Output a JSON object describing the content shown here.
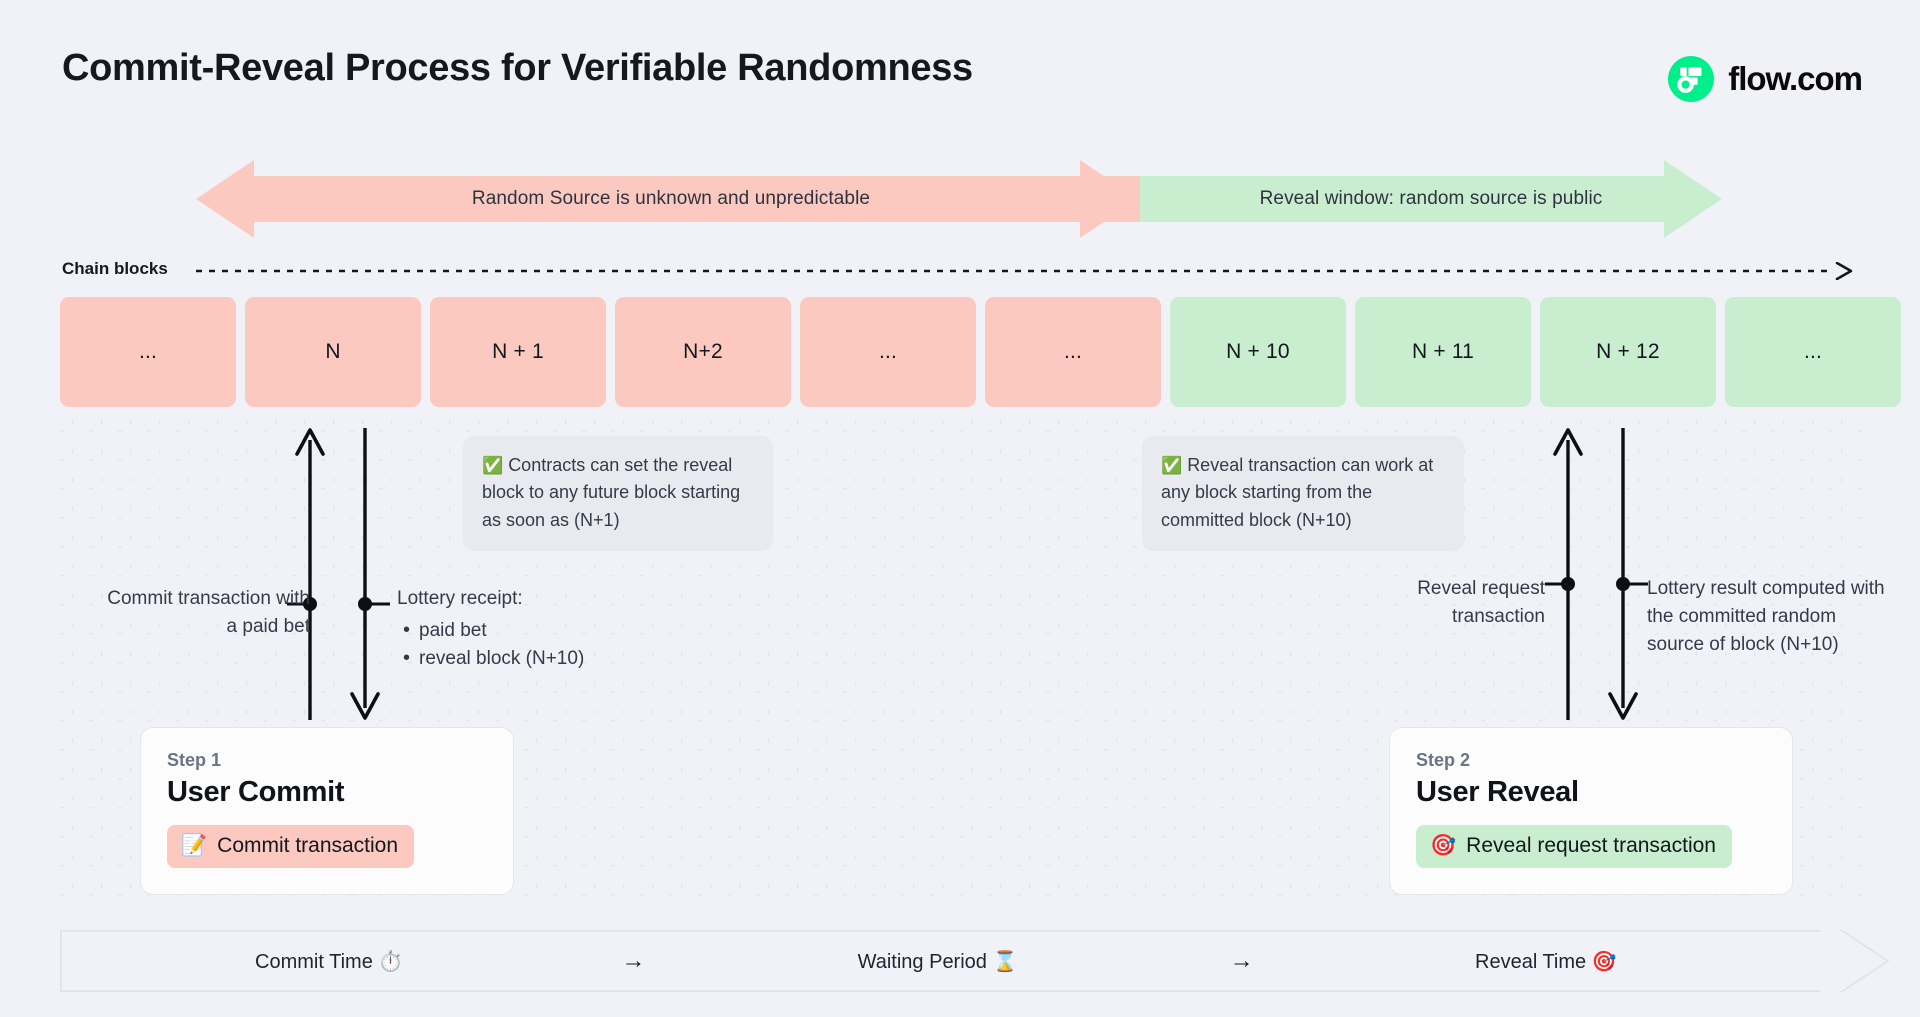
{
  "header": {
    "title": "Commit-Reveal Process for Verifiable Randomness",
    "brand_name": "flow.com",
    "brand_color": "#00ef8b"
  },
  "phases": [
    {
      "id": "unknown",
      "label": "Random Source is unknown and unpredictable",
      "color": "#fcc9c0"
    },
    {
      "id": "reveal",
      "label": "Reveal window: random source is public",
      "color": "#c9eecf"
    }
  ],
  "chain": {
    "label": "Chain blocks",
    "blocks": [
      {
        "label": "...",
        "state": "pink"
      },
      {
        "label": "N",
        "state": "pink"
      },
      {
        "label": "N + 1",
        "state": "pink"
      },
      {
        "label": "N+2",
        "state": "pink"
      },
      {
        "label": "...",
        "state": "pink"
      },
      {
        "label": "...",
        "state": "pink"
      },
      {
        "label": "N + 10",
        "state": "green"
      },
      {
        "label": "N + 11",
        "state": "green"
      },
      {
        "label": "N + 12",
        "state": "green"
      },
      {
        "label": "...",
        "state": "green"
      }
    ]
  },
  "notes": [
    {
      "id": "contracts-note",
      "icon": "✅",
      "text": "Contracts can set the reveal block to any future block starting as soon as (N+1)"
    },
    {
      "id": "reveal-note",
      "icon": "✅",
      "text": "Reveal transaction can work at any block starting from the committed block (N+10)"
    }
  ],
  "annotations": {
    "commit_transaction": "Commit transaction with a paid bet",
    "lottery_receipt_title": "Lottery receipt:",
    "lottery_receipt_items": [
      "paid bet",
      "reveal block (N+10)"
    ],
    "reveal_request": "Reveal request transaction",
    "lottery_result": "Lottery result computed with the committed random source of block (N+10)"
  },
  "steps": [
    {
      "step": "Step 1",
      "title": "User Commit",
      "pill_icon": "📝",
      "pill_label": "Commit transaction",
      "pill_color": "pink"
    },
    {
      "step": "Step 2",
      "title": "User Reveal",
      "pill_icon": "🎯",
      "pill_label": "Reveal request transaction",
      "pill_color": "green"
    }
  ],
  "timeline": {
    "cells": [
      "Commit Time ⏱️",
      "Waiting Period ⌛",
      "Reveal Time 🎯"
    ],
    "arrow": "→"
  }
}
